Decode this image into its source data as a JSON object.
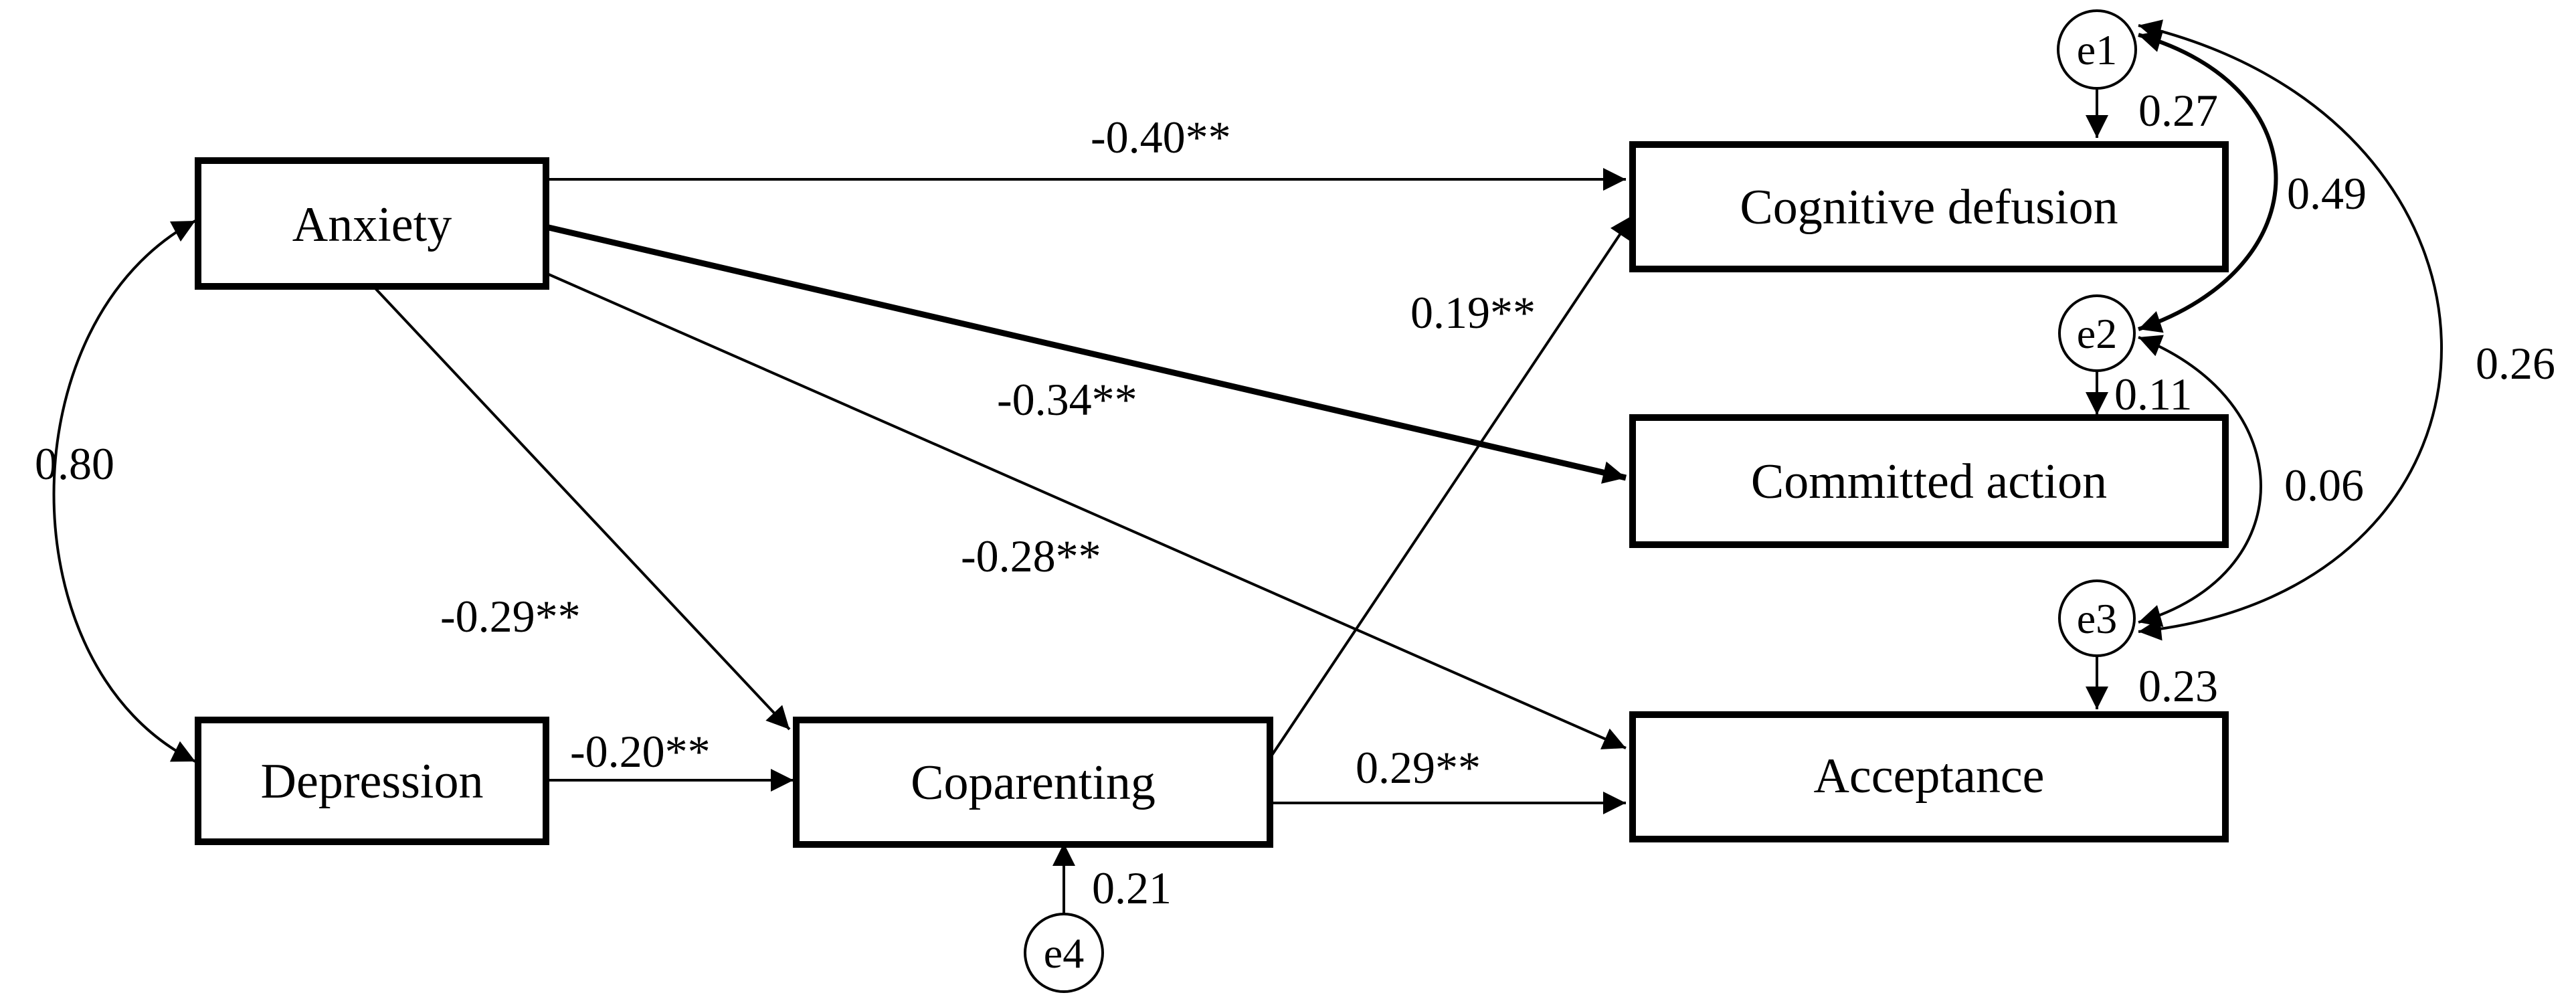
{
  "nodes": {
    "anxiety": "Anxiety",
    "depression": "Depression",
    "coparenting": "Coparenting",
    "cognitive_defusion": "Cognitive defusion",
    "committed_action": "Committed action",
    "acceptance": "Acceptance"
  },
  "errors": {
    "e1": "e1",
    "e2": "e2",
    "e3": "e3",
    "e4": "e4"
  },
  "paths": {
    "anxiety_cognitive_defusion": "-0.40**",
    "anxiety_committed_action": "-0.34**",
    "anxiety_acceptance": "-0.28**",
    "anxiety_coparenting": "-0.29**",
    "depression_coparenting": "-0.20**",
    "coparenting_cognitive_defusion": "0.19**",
    "coparenting_acceptance": "0.29**"
  },
  "correlations": {
    "anxiety_depression": "0.80",
    "e1_e2": "0.49",
    "e2_e3": "0.06",
    "e1_e3": "0.26"
  },
  "residuals": {
    "e1": "0.27",
    "e2": "0.11",
    "e3": "0.23",
    "e4": "0.21"
  }
}
